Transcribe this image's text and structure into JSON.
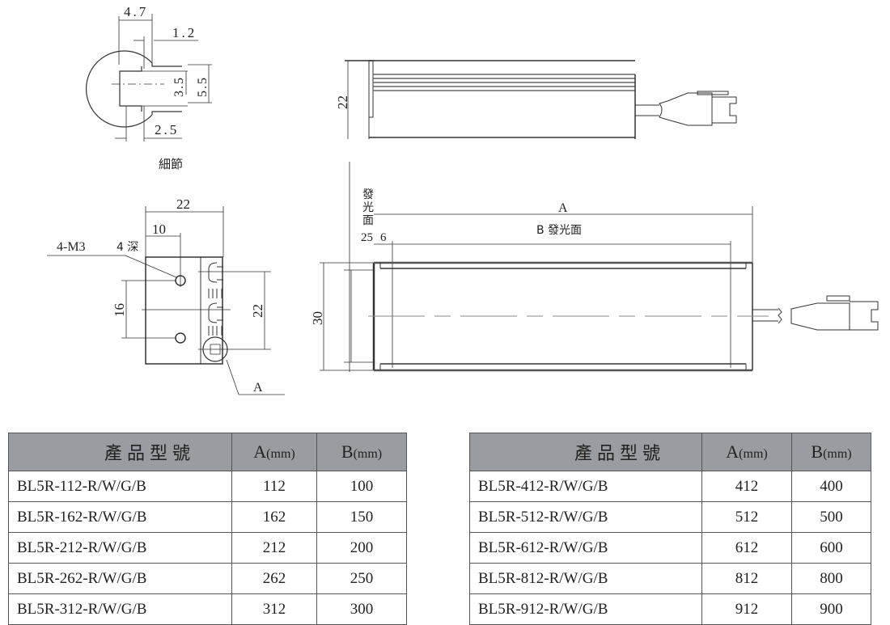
{
  "detail_view": {
    "dims": {
      "width_4_7": "4.7",
      "slot_1_2": "1.2",
      "inner_3_5": "3.5",
      "outer_5_5": "5.5",
      "neck_2_5": "2.5"
    },
    "caption": "細節"
  },
  "end_view": {
    "dims": {
      "width_22": "22",
      "hole_offset_10": "10",
      "hole_spacing_16": "16",
      "height_22": "22"
    },
    "hole_callout": "4-M3",
    "depth_callout": "4 深",
    "detail_ref": "A"
  },
  "side_view": {
    "dims": {
      "height_22": "22"
    }
  },
  "top_view": {
    "dims": {
      "height_30": "30",
      "offset_25": "25",
      "offset_6": "6",
      "length_a": "A",
      "emitting_b": "B 發光面"
    },
    "emitting_label_vertical": [
      "發",
      "光",
      "面"
    ]
  },
  "tables": [
    {
      "headers": {
        "model": "產品型號",
        "a": "A",
        "b": "B",
        "unit": "(mm)"
      },
      "rows": [
        {
          "model": "BL5R-112-R/W/G/B",
          "a": "112",
          "b": "100"
        },
        {
          "model": "BL5R-162-R/W/G/B",
          "a": "162",
          "b": "150"
        },
        {
          "model": "BL5R-212-R/W/G/B",
          "a": "212",
          "b": "200"
        },
        {
          "model": "BL5R-262-R/W/G/B",
          "a": "262",
          "b": "250"
        },
        {
          "model": "BL5R-312-R/W/G/B",
          "a": "312",
          "b": "300"
        }
      ]
    },
    {
      "headers": {
        "model": "產品型號",
        "a": "A",
        "b": "B",
        "unit": "(mm)"
      },
      "rows": [
        {
          "model": "BL5R-412-R/W/G/B",
          "a": "412",
          "b": "400"
        },
        {
          "model": "BL5R-512-R/W/G/B",
          "a": "512",
          "b": "500"
        },
        {
          "model": "BL5R-612-R/W/G/B",
          "a": "612",
          "b": "600"
        },
        {
          "model": "BL5R-812-R/W/G/B",
          "a": "812",
          "b": "800"
        },
        {
          "model": "BL5R-912-R/W/G/B",
          "a": "912",
          "b": "900"
        }
      ]
    }
  ],
  "colors": {
    "header_bg": "#999ca1",
    "line": "#333333"
  }
}
